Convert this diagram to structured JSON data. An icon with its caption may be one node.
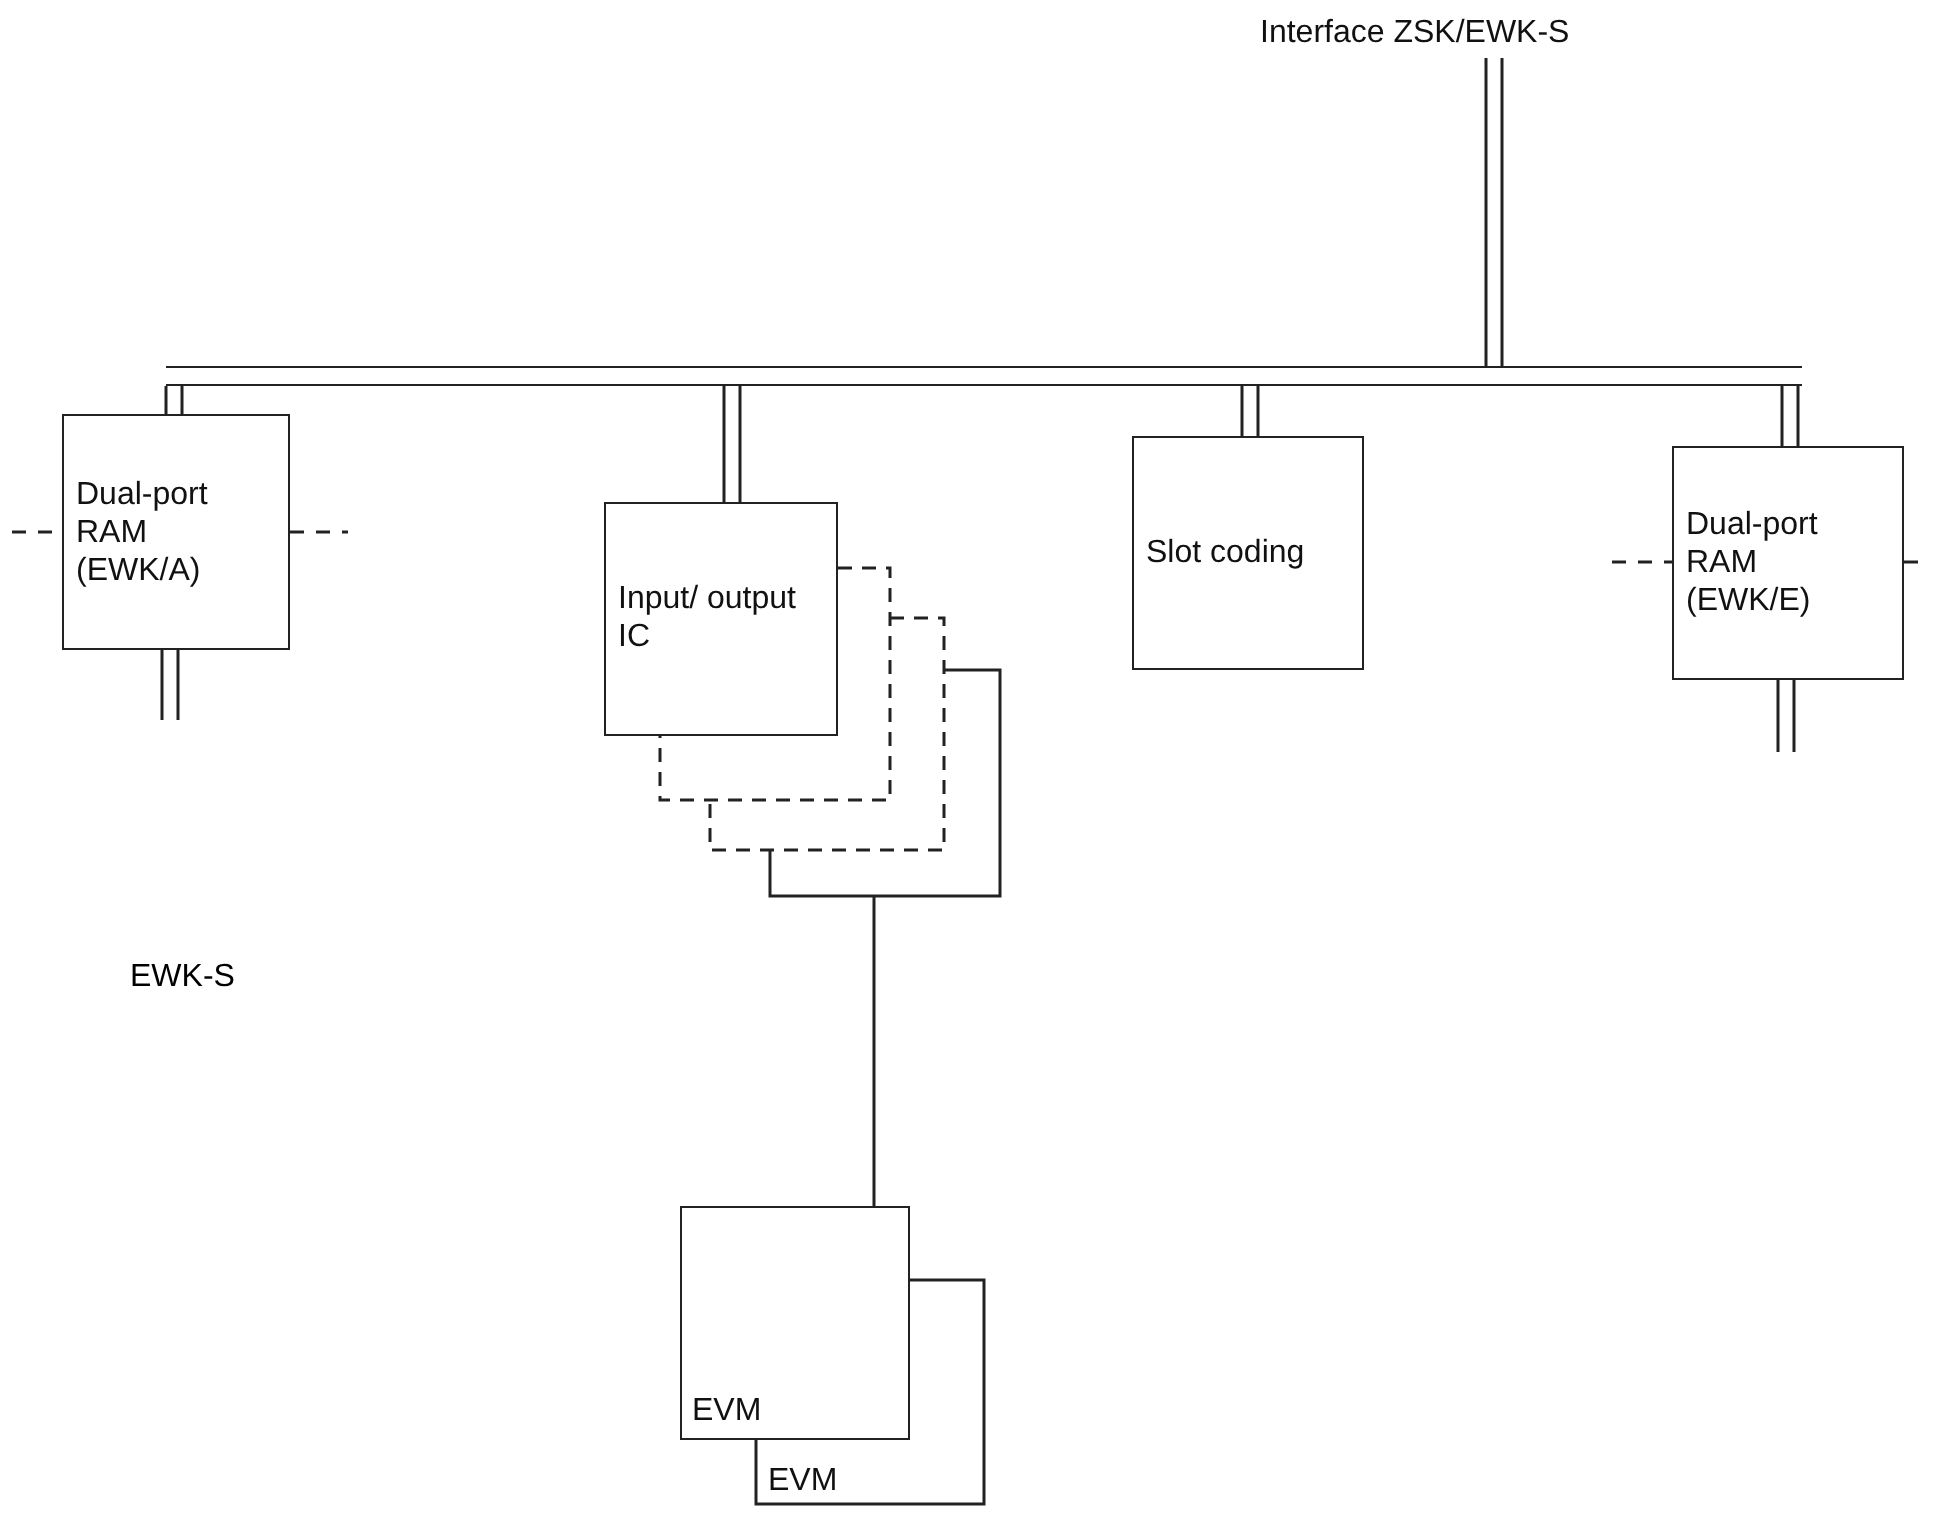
{
  "diagram": {
    "nodes": [
      {
        "text": [
          "Interface ZSK/EWK-S"
        ]
      },
      {
        "text": [],
        "shape": "bar"
      },
      {
        "text": [
          "Dual-port RAM (EWK/A)"
        ]
      },
      {
        "text": [
          "Input/ output IC"
        ]
      },
      {
        "text": [],
        "shape": "box"
      },
      {
        "text": [],
        "shape": "box"
      },
      {
        "text": [],
        "shape": "box"
      },
      {
        "text": [
          "Slot coding"
        ]
      },
      {
        "text": [
          "Dual-port RAM (EWK/E)"
        ]
      },
      {
        "text": [
          "EVM"
        ]
      },
      {
        "text": [
          "EVM"
        ]
      }
    ],
    "edges": [
      {
        "from": 0,
        "to": 1,
        "arrow": "none"
      },
      {
        "from": 1,
        "to": 2,
        "arrow": "none"
      },
      {
        "from": 1,
        "to": 3,
        "arrow": "none"
      },
      {
        "from": 1,
        "to": 7,
        "arrow": "none"
      },
      {
        "from": 1,
        "to": 8,
        "arrow": "none"
      },
      {
        "from": null,
        "to": 2,
        "arrow": "none",
        "style": "dashed"
      },
      {
        "from": 2,
        "to": null,
        "arrow": "none",
        "style": "dashed"
      },
      {
        "from": 2,
        "to": null,
        "arrow": "none"
      },
      {
        "from": null,
        "to": 8,
        "arrow": "none",
        "style": "dashed"
      },
      {
        "from": 8,
        "to": null,
        "arrow": "none",
        "style": "dashed"
      },
      {
        "from": 8,
        "to": null,
        "arrow": "none"
      },
      {
        "from": 6,
        "to": 9,
        "arrow": "none"
      }
    ],
    "labels": [
      "EWK-S"
    ]
  }
}
